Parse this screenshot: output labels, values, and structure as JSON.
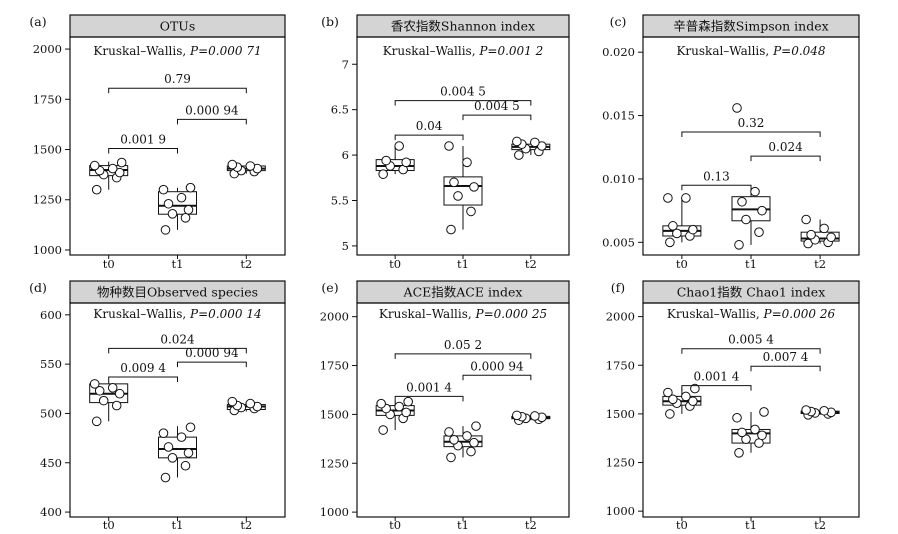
{
  "figure": {
    "background": "#ffffff",
    "header_fill": "#d4d4d4",
    "line_color": "#111111",
    "point_fill": "#ffffff"
  },
  "chart_data": [
    {
      "type": "box",
      "panel_label": "(a)",
      "title": "OTUs",
      "test_label": "Kruskal–Wallis, ",
      "p_label": "P=0.000 71",
      "categories": [
        "t0",
        "t1",
        "t2"
      ],
      "yticks": [
        1000,
        1250,
        1500,
        1750,
        2000
      ],
      "ylim": [
        975,
        2060
      ],
      "boxes": [
        {
          "group": "t0",
          "min": 1300,
          "q1": 1370,
          "median": 1398,
          "q3": 1420,
          "max": 1440
        },
        {
          "group": "t1",
          "min": 1100,
          "q1": 1178,
          "median": 1220,
          "q3": 1290,
          "max": 1310
        },
        {
          "group": "t2",
          "min": 1380,
          "q1": 1395,
          "median": 1405,
          "q3": 1418,
          "max": 1425
        }
      ],
      "points": [
        [
          1300,
          1360,
          1375,
          1385,
          1395,
          1405,
          1420,
          1435
        ],
        [
          1100,
          1160,
          1180,
          1200,
          1230,
          1260,
          1300,
          1310
        ],
        [
          1380,
          1390,
          1395,
          1405,
          1412,
          1418,
          1425
        ]
      ],
      "comparisons": [
        {
          "from": "t0",
          "to": "t1",
          "label": "0.001 9",
          "y": 1505
        },
        {
          "from": "t1",
          "to": "t2",
          "label": "0.000 94",
          "y": 1650
        },
        {
          "from": "t0",
          "to": "t2",
          "label": "0.79",
          "y": 1805
        }
      ]
    },
    {
      "type": "box",
      "panel_label": "(b)",
      "title": "香农指数Shannon index",
      "test_label": "Kruskal–Wallis, ",
      "p_label": "P=0.001 2",
      "categories": [
        "t0",
        "t1",
        "t2"
      ],
      "yticks": [
        5.0,
        5.5,
        6.0,
        6.5,
        7.0
      ],
      "ylim": [
        4.9,
        7.3
      ],
      "boxes": [
        {
          "group": "t0",
          "min": 5.79,
          "q1": 5.83,
          "median": 5.88,
          "q3": 5.95,
          "max": 6.1
        },
        {
          "group": "t1",
          "min": 5.18,
          "q1": 5.45,
          "median": 5.66,
          "q3": 5.76,
          "max": 6.1
        },
        {
          "group": "t2",
          "min": 6.0,
          "q1": 6.06,
          "median": 6.09,
          "q3": 6.12,
          "max": 6.15
        }
      ],
      "points": [
        [
          5.79,
          5.84,
          5.88,
          5.92,
          5.94,
          6.1
        ],
        [
          5.18,
          5.38,
          5.55,
          5.65,
          5.7,
          5.92,
          6.1
        ],
        [
          6.0,
          6.04,
          6.07,
          6.1,
          6.12,
          6.14,
          6.15
        ]
      ],
      "comparisons": [
        {
          "from": "t0",
          "to": "t1",
          "label": "0.04",
          "y": 6.22
        },
        {
          "from": "t1",
          "to": "t2",
          "label": "0.004 5",
          "y": 6.44
        },
        {
          "from": "t0",
          "to": "t2",
          "label": "0.004 5",
          "y": 6.6
        }
      ]
    },
    {
      "type": "box",
      "panel_label": "(c)",
      "title": "辛普森指数Simpson index",
      "test_label": "Kruskal–Wallis, ",
      "p_label": "P=0.048",
      "categories": [
        "t0",
        "t1",
        "t2"
      ],
      "yticks": [
        0.005,
        0.01,
        0.015,
        0.02
      ],
      "ylim": [
        0.004,
        0.0212
      ],
      "boxes": [
        {
          "group": "t0",
          "min": 0.005,
          "q1": 0.0055,
          "median": 0.0059,
          "q3": 0.0063,
          "max": 0.0085
        },
        {
          "group": "t1",
          "min": 0.0048,
          "q1": 0.0067,
          "median": 0.0076,
          "q3": 0.0086,
          "max": 0.009
        },
        {
          "group": "t2",
          "min": 0.0049,
          "q1": 0.0051,
          "median": 0.0053,
          "q3": 0.0058,
          "max": 0.0068
        }
      ],
      "points": [
        [
          0.005,
          0.0055,
          0.0057,
          0.006,
          0.0063,
          0.0085,
          0.0085
        ],
        [
          0.0048,
          0.0058,
          0.0068,
          0.0075,
          0.0082,
          0.009,
          0.0156
        ],
        [
          0.0049,
          0.005,
          0.0052,
          0.0054,
          0.0056,
          0.0061,
          0.0068
        ]
      ],
      "comparisons": [
        {
          "from": "t0",
          "to": "t1",
          "label": "0.13",
          "y": 0.0095
        },
        {
          "from": "t1",
          "to": "t2",
          "label": "0.024",
          "y": 0.0118
        },
        {
          "from": "t0",
          "to": "t2",
          "label": "0.32",
          "y": 0.0137
        }
      ]
    },
    {
      "type": "box",
      "panel_label": "(d)",
      "title": "物种数目Observed species",
      "test_label": "Kruskal–Wallis, ",
      "p_label": "P=0.000 14",
      "categories": [
        "t0",
        "t1",
        "t2"
      ],
      "yticks": [
        400,
        450,
        500,
        550,
        600
      ],
      "ylim": [
        395,
        612
      ],
      "boxes": [
        {
          "group": "t0",
          "min": 492,
          "q1": 511,
          "median": 520,
          "q3": 530,
          "max": 532
        },
        {
          "group": "t1",
          "min": 435,
          "q1": 455,
          "median": 464,
          "q3": 476,
          "max": 487
        },
        {
          "group": "t2",
          "min": 502,
          "q1": 504,
          "median": 507,
          "q3": 509,
          "max": 512
        }
      ],
      "points": [
        [
          492,
          508,
          513,
          520,
          523,
          526,
          530
        ],
        [
          435,
          447,
          455,
          460,
          466,
          476,
          480,
          486
        ],
        [
          503,
          505,
          506,
          507,
          508,
          510,
          512
        ]
      ],
      "comparisons": [
        {
          "from": "t0",
          "to": "t1",
          "label": "0.009 4",
          "y": 537
        },
        {
          "from": "t1",
          "to": "t2",
          "label": "0.000 94",
          "y": 552
        },
        {
          "from": "t0",
          "to": "t2",
          "label": "0.024",
          "y": 566
        }
      ]
    },
    {
      "type": "box",
      "panel_label": "(e)",
      "title": "ACE指数ACE index",
      "test_label": "Kruskal–Wallis, ",
      "p_label": "P=0.000 25",
      "categories": [
        "t0",
        "t1",
        "t2"
      ],
      "yticks": [
        1000,
        1250,
        1500,
        1750,
        2000
      ],
      "ylim": [
        975,
        2070
      ],
      "boxes": [
        {
          "group": "t0",
          "min": 1420,
          "q1": 1495,
          "median": 1520,
          "q3": 1545,
          "max": 1570
        },
        {
          "group": "t1",
          "min": 1280,
          "q1": 1335,
          "median": 1360,
          "q3": 1390,
          "max": 1440
        },
        {
          "group": "t2",
          "min": 1470,
          "q1": 1478,
          "median": 1483,
          "q3": 1490,
          "max": 1500
        }
      ],
      "points": [
        [
          1420,
          1480,
          1500,
          1510,
          1530,
          1540,
          1555,
          1565
        ],
        [
          1280,
          1310,
          1340,
          1355,
          1370,
          1390,
          1410,
          1440
        ],
        [
          1470,
          1475,
          1480,
          1485,
          1488,
          1492,
          1495
        ]
      ],
      "comparisons": [
        {
          "from": "t0",
          "to": "t1",
          "label": "0.001 4",
          "y": 1592
        },
        {
          "from": "t1",
          "to": "t2",
          "label": "0.000 94",
          "y": 1700
        },
        {
          "from": "t0",
          "to": "t2",
          "label": "0.05 2",
          "y": 1810
        }
      ]
    },
    {
      "type": "box",
      "panel_label": "(f)",
      "title": "Chao1指数 Chao1 index",
      "test_label": "Kruskal–Wallis, ",
      "p_label": "P=0.000 26",
      "categories": [
        "t0",
        "t1",
        "t2"
      ],
      "yticks": [
        1000,
        1250,
        1500,
        1750,
        2000
      ],
      "ylim": [
        970,
        2070
      ],
      "boxes": [
        {
          "group": "t0",
          "min": 1500,
          "q1": 1545,
          "median": 1565,
          "q3": 1590,
          "max": 1630
        },
        {
          "group": "t1",
          "min": 1300,
          "q1": 1350,
          "median": 1400,
          "q3": 1420,
          "max": 1510
        },
        {
          "group": "t2",
          "min": 1495,
          "q1": 1502,
          "median": 1508,
          "q3": 1514,
          "max": 1520
        }
      ],
      "points": [
        [
          1500,
          1540,
          1555,
          1565,
          1575,
          1590,
          1610,
          1630
        ],
        [
          1300,
          1350,
          1370,
          1390,
          1405,
          1420,
          1480,
          1510
        ],
        [
          1495,
          1500,
          1505,
          1508,
          1512,
          1516,
          1520
        ]
      ],
      "comparisons": [
        {
          "from": "t0",
          "to": "t1",
          "label": "0.001 4",
          "y": 1645
        },
        {
          "from": "t1",
          "to": "t2",
          "label": "0.007 4",
          "y": 1745
        },
        {
          "from": "t0",
          "to": "t2",
          "label": "0.005 4",
          "y": 1835
        }
      ]
    }
  ]
}
